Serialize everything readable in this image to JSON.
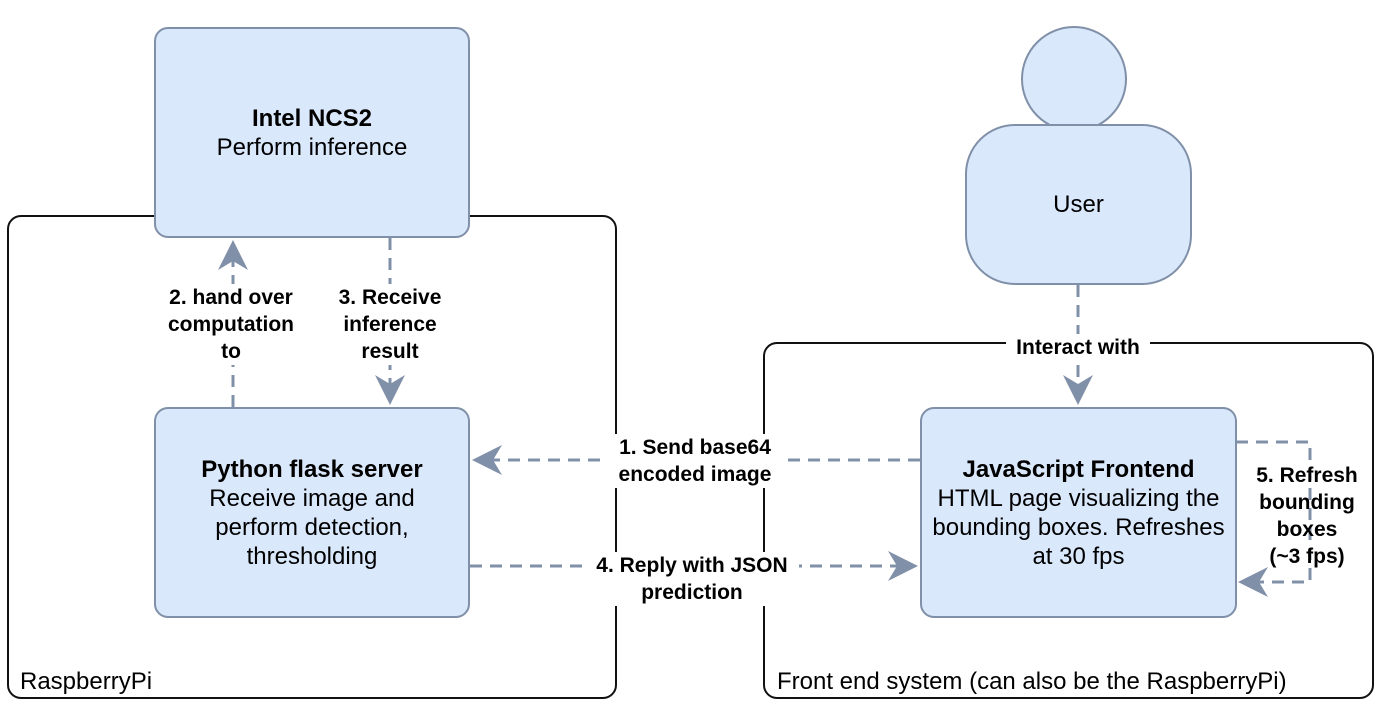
{
  "containers": {
    "raspberry": {
      "label": "RaspberryPi"
    },
    "frontend_system": {
      "label": "Front end system (can also be the RaspberryPi)"
    }
  },
  "nodes": {
    "ncs2": {
      "title": "Intel NCS2",
      "desc": "Perform inference"
    },
    "flask": {
      "title": "Python flask server",
      "desc": "Receive image and\nperform detection,\nthresholding"
    },
    "frontend": {
      "title": "JavaScript Frontend",
      "desc": "HTML page visualizing the\nbounding boxes. Refreshes\nat 30 fps"
    },
    "user": {
      "label": "User"
    }
  },
  "edges": {
    "send_image": "1. Send base64\nencoded image",
    "hand_over": "2. hand over\ncomputation\nto",
    "receive_result": "3. Receive\ninference\nresult",
    "reply_json": "4. Reply with JSON\nprediction",
    "refresh": "5. Refresh\nbounding\nboxes\n(~3 fps)",
    "interact": "Interact with"
  },
  "colors": {
    "node_fill": "#dae8fc",
    "node_stroke": "#8090a8",
    "edge": "#8090a8",
    "container_stroke": "#111111"
  }
}
